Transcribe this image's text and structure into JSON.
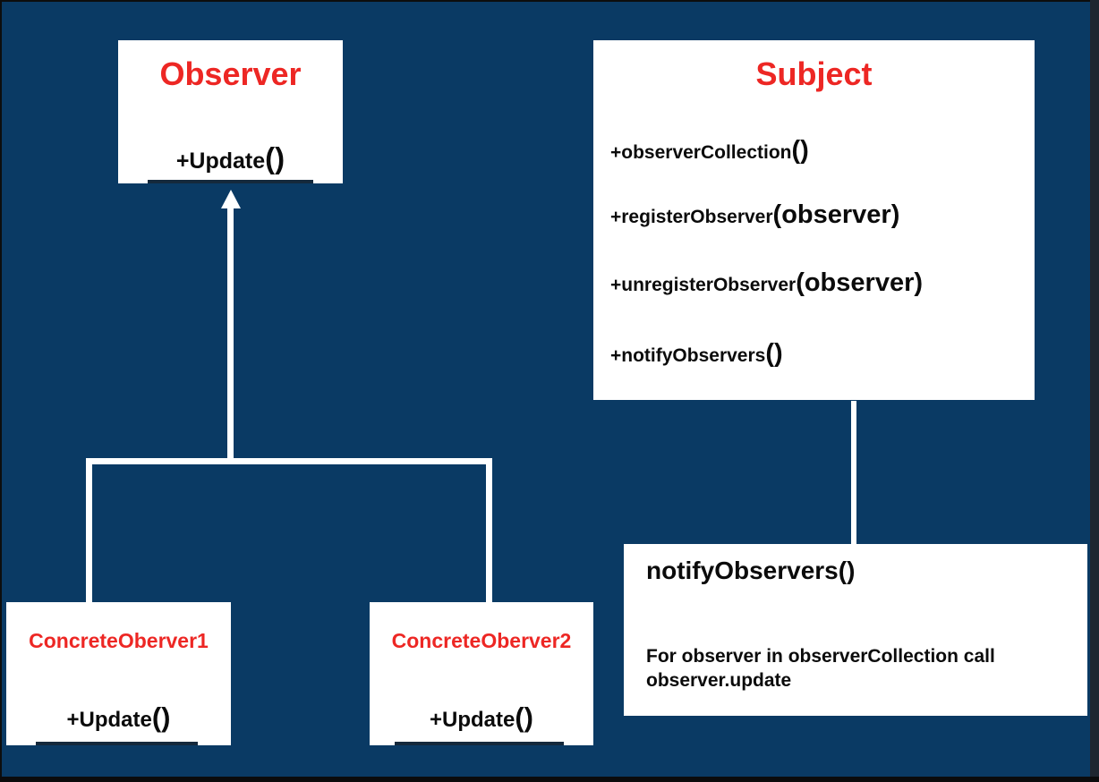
{
  "colors": {
    "background": "#0a3a64",
    "box_fill": "#ffffff",
    "title_red": "#ed2724",
    "method_text": "#0b0b0b",
    "connector": "#ffffff"
  },
  "classes": {
    "observer": {
      "title": "Observer",
      "method": {
        "name": "+Update",
        "args": "()"
      }
    },
    "subject": {
      "title": "Subject",
      "methods": [
        {
          "name": "+observerCollection",
          "args": "()"
        },
        {
          "name": "+registerObserver",
          "args": "(observer)"
        },
        {
          "name": "+unregisterObserver",
          "args": "(observer)"
        },
        {
          "name": "+notifyObservers",
          "args": "()"
        }
      ]
    },
    "concrete_observer_1": {
      "title": "ConcreteOberver1",
      "method": {
        "name": "+Update",
        "args": "()"
      }
    },
    "concrete_observer_2": {
      "title": "ConcreteOberver2",
      "method": {
        "name": "+Update",
        "args": "()"
      }
    }
  },
  "note": {
    "title": "notifyObservers()",
    "body": "For observer in observerCollection call observer.update"
  }
}
